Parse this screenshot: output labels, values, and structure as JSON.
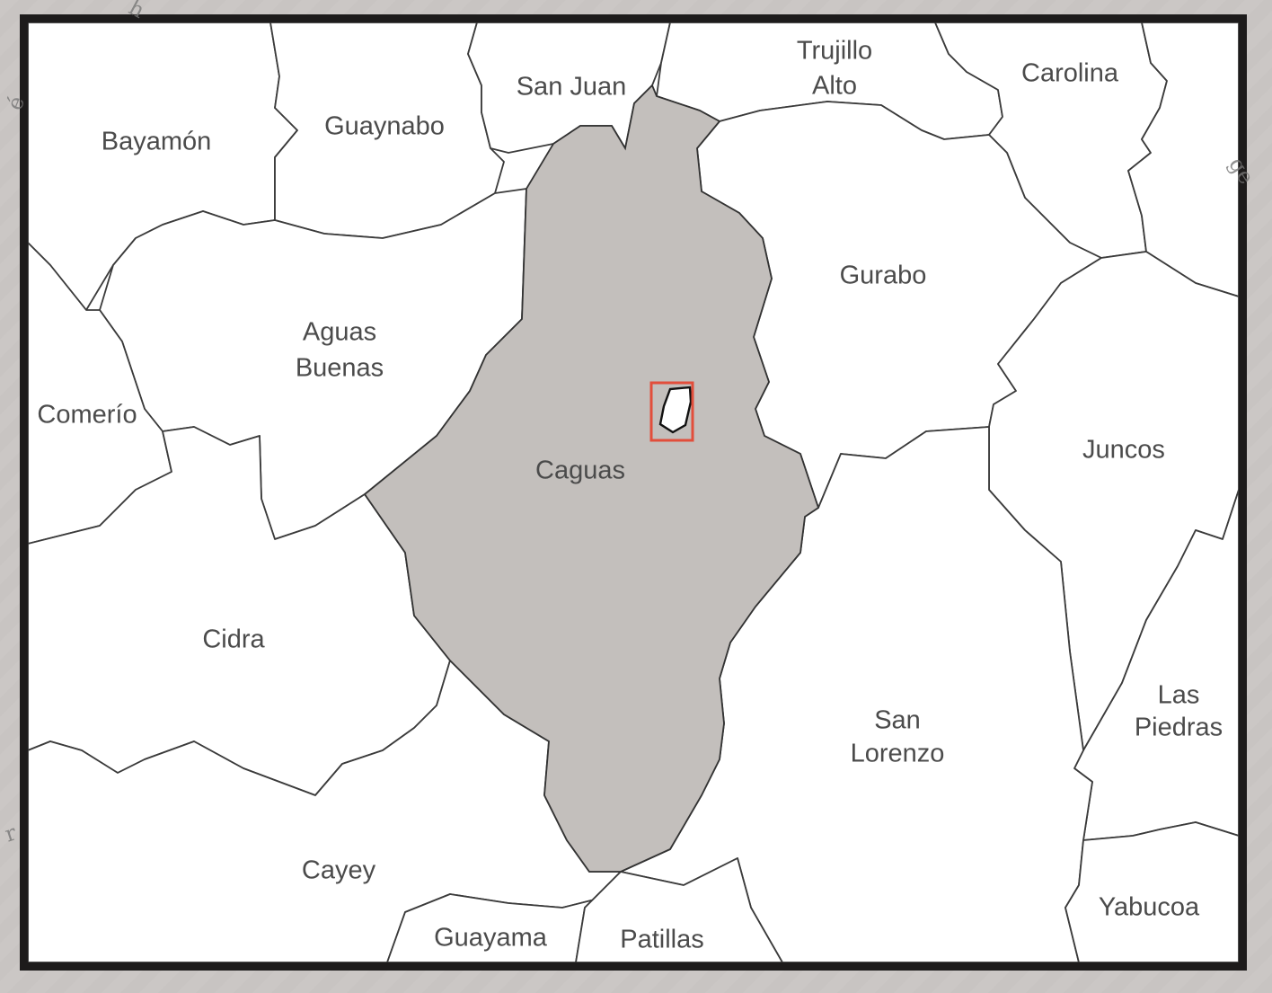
{
  "map": {
    "labels": {
      "bayamon": "Bayamón",
      "guaynabo": "Guaynabo",
      "san_juan": "San Juan",
      "trujillo_line1": "Trujillo",
      "trujillo_line2": "Alto",
      "carolina": "Carolina",
      "aguas_line1": "Aguas",
      "aguas_line2": "Buenas",
      "gurabo": "Gurabo",
      "comerio": "Comerío",
      "caguas": "Caguas",
      "juncos": "Juncos",
      "cidra": "Cidra",
      "las_line1": "Las",
      "las_line2": "Piedras",
      "san_lorenzo_line1": "San",
      "san_lorenzo_line2": "Lorenzo",
      "cayey": "Cayey",
      "yabucoa": "Yabucoa",
      "guayama": "Guayama",
      "patillas": "Patillas"
    },
    "highlight_color": "#c3bfbc",
    "selection_color": "#e24e3b"
  }
}
